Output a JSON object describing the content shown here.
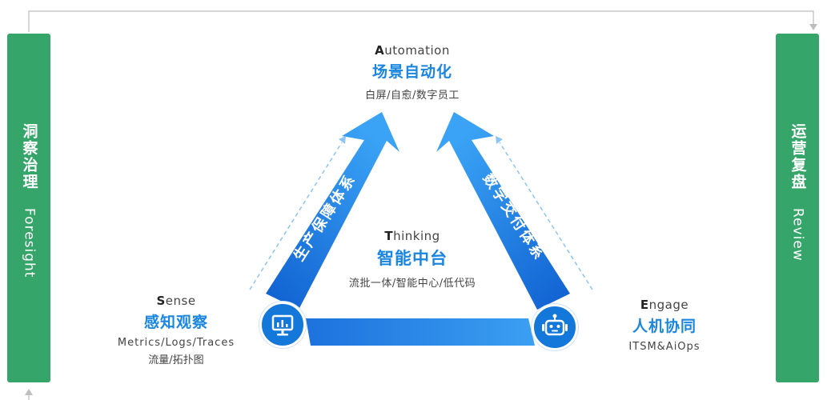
{
  "left_bar": {
    "cn": "洞察治理",
    "en": "Foresight"
  },
  "right_bar": {
    "cn": "运营复盘",
    "en": "Review"
  },
  "top": {
    "en_initial": "A",
    "en_rest": "utomation",
    "cn": "场景自动化",
    "sub": "白屏/自愈/数字员工"
  },
  "center": {
    "en_initial": "T",
    "en_rest": "hinking",
    "cn": "智能中台",
    "sub": "流批一体/智能中心/低代码"
  },
  "left_node": {
    "en_initial": "S",
    "en_rest": "ense",
    "cn": "感知观察",
    "sub": "Metrics/Logs/Traces",
    "sub2": "流量/拓扑图"
  },
  "right_node": {
    "en_initial": "E",
    "en_rest": "ngage",
    "cn": "人机协同",
    "sub": "ITSM&AiOps"
  },
  "arrow_left_label": "生产保障体系",
  "arrow_right_label": "数字交付体系",
  "colors": {
    "green": "#35a56a",
    "blue_dark": "#1265d6",
    "blue_light": "#3aa3f5",
    "accent_text": "#1a86e0"
  }
}
